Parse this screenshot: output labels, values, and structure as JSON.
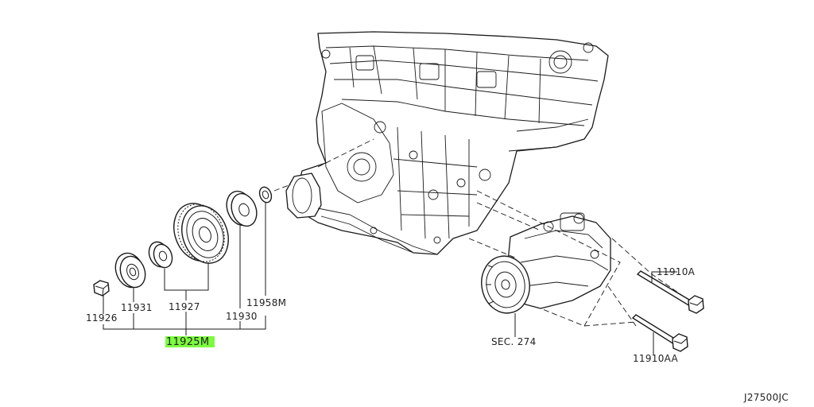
{
  "diagram": {
    "highlight_color": "#7CFC3F",
    "ink_color": "#1a1a1a",
    "parts": {
      "p11926": "11926",
      "p11931": "11931",
      "p11927": "11927",
      "p11930": "11930",
      "p11958m": "11958M",
      "p11925m": "11925M",
      "p11910a": "11910A",
      "p11910aa": "11910AA",
      "sec274": "SEC. 274"
    },
    "ref_code": "J27500JC"
  }
}
